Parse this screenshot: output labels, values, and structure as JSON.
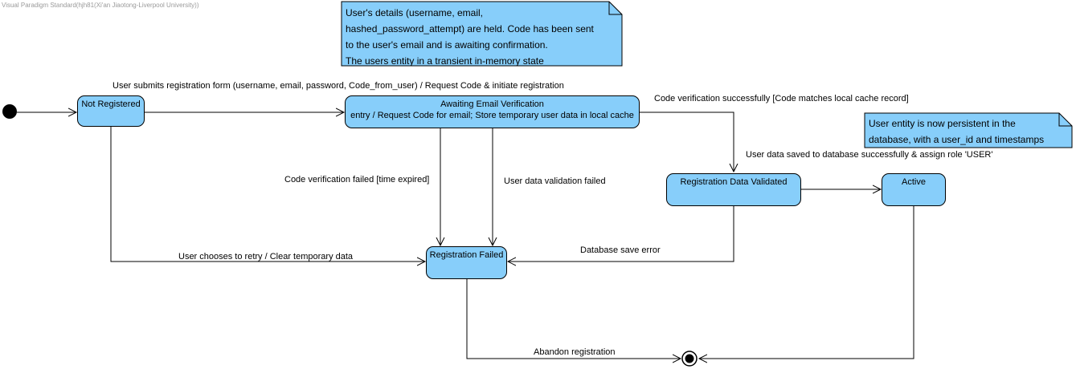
{
  "watermark": "Visual Paradigm Standard(hjh81(Xi'an Jiaotong-Liverpool University))",
  "states": {
    "not_registered": "Not Registered",
    "awaiting": {
      "name": "Awaiting Email Verification",
      "entry": "entry / Request Code for email; Store temporary user data in local cache"
    },
    "validated": "Registration Data Validated",
    "active": "Active",
    "failed": "Registration Failed"
  },
  "notes": {
    "transient": [
      "User's details (username, email,",
      "hashed_password_attempt) are held. Code has been sent",
      "to the user's email and is awaiting confirmation.",
      "The users entity in a transient in-memory state"
    ],
    "persistent": [
      "User entity is now persistent in the",
      "database, with a user_id and timestamps"
    ]
  },
  "transitions": {
    "submit": "User submits registration form (username, email, password, Code_from_user) / Request Code & initiate registration",
    "verified": "Code verification successfully [Code matches local cache record]",
    "saved": "User data saved to database successfully & assign role 'USER'",
    "expired": "Code verification failed [time expired]",
    "invalid": "User data validation failed",
    "retry": "User chooses to retry / Clear temporary data",
    "db_error": "Database save error",
    "abandon": "Abandon registration"
  },
  "colors": {
    "state_fill": "#87CEFA",
    "stroke": "#000000"
  }
}
